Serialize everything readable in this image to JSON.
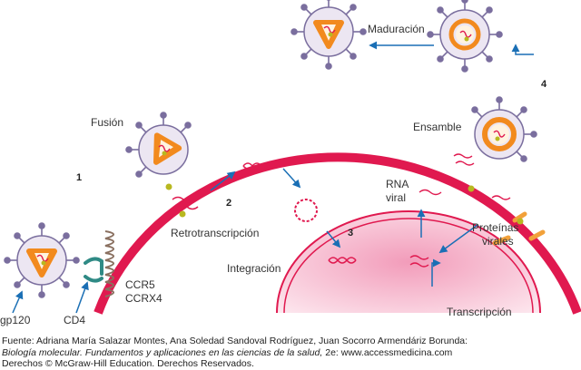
{
  "labels": {
    "fusion": "Fusión",
    "maduracion": "Maduración",
    "ensamble": "Ensamble",
    "retrotranscripcion": "Retrotranscripción",
    "integracion": "Integración",
    "rna_line1": "RNA",
    "rna_line2": "viral",
    "proteinas_line1": "Proteínas",
    "proteinas_line2": "virales",
    "transcripcion": "Transcripción",
    "ccr5": "CCR5",
    "ccrx4": "CCRX4",
    "gp120": "gp120",
    "cd4": "CD4"
  },
  "steps": {
    "s1": "1",
    "s2": "2",
    "s3": "3",
    "s4": "4"
  },
  "caption": {
    "line1": "Fuente: Adriana María Salazar Montes, Ana Soledad Sandoval Rodríguez, Juan Socorro Armendáriz Borunda:",
    "line2_italic": "Biología molecular. Fundamentos y aplicaciones en las ciencias de la salud,",
    "line2_rest": " 2e: www.accessmedicina.com",
    "line3": "Derechos © McGraw-Hill Education. Derechos Reservados."
  },
  "colors": {
    "membrane": "#e0194f",
    "nucleus_fill": "#f7c6d6",
    "virus_envelope": "#ece6f2",
    "virus_spike": "#7a6e9e",
    "capsid": "#f28a1e",
    "rna": "#e0194f",
    "arrow": "#1a6fb5",
    "dot": "#b8b820",
    "receptor": "#8a7060",
    "cd4": "#2f8a85"
  }
}
